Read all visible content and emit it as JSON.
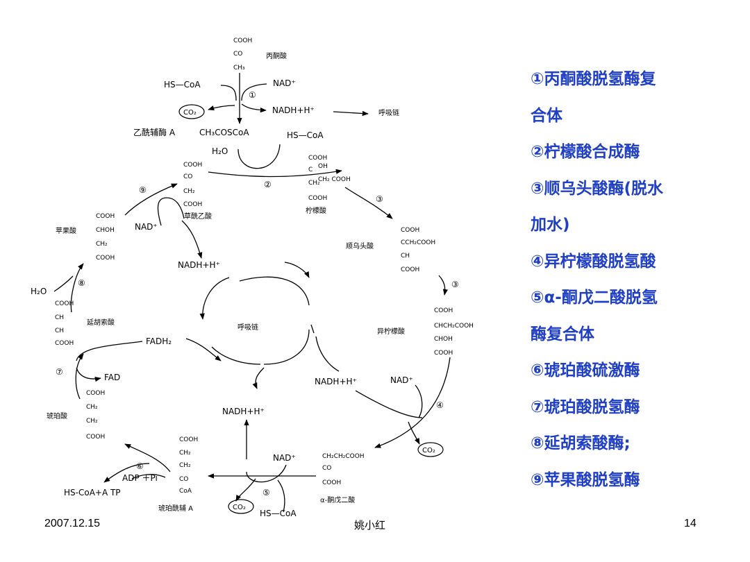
{
  "diagram": {
    "pyruvate": {
      "formula": [
        "COOH",
        "CO",
        "CH₃"
      ],
      "name": "丙酮酸"
    },
    "step1": {
      "num": "①",
      "hs_coa": "HS—CoA",
      "nad": "NAD⁺",
      "co2": "CO₂",
      "nadh": "NADH+H⁺",
      "resp_chain": "呼吸链"
    },
    "acetyl_coa": {
      "name": "乙酰辅酶 A",
      "formula": "CH₃COSCoA"
    },
    "step2": {
      "num": "②",
      "hs_coa": "HS—CoA",
      "h2o": "H₂O"
    },
    "oxaloacetate": {
      "formula": [
        "COOH",
        "CO",
        "CH₂",
        "COOH"
      ],
      "name": "草酰乙酸"
    },
    "citrate": {
      "formula": [
        "COOH",
        "C",
        "CH₂",
        "COOH",
        "OH",
        "CH₂ COOH"
      ],
      "name": "柠檬酸"
    },
    "step3a": {
      "num": "③"
    },
    "cis_aconitate": {
      "formula": [
        "COOH",
        "CCH₂COOH",
        "CH",
        "COOH"
      ],
      "name": "顺乌头酸"
    },
    "step3b": {
      "num": "③"
    },
    "isocitrate": {
      "formula": [
        "COOH",
        "CHCH₂COOH",
        "CHOH",
        "COOH"
      ],
      "name": "异柠檬酸"
    },
    "step4": {
      "num": "④",
      "nad": "NAD⁺",
      "nadh": "NADH+H⁺",
      "co2": "CO₂"
    },
    "alpha_kg": {
      "formula": [
        "CH₂CH₂COOH",
        "CO",
        "COOH"
      ],
      "name": "α-酮戊二酸"
    },
    "step5": {
      "num": "⑤",
      "nad": "NAD⁺",
      "co2": "CO₂",
      "hs_coa": "HS—CoA",
      "nadh": "NADH+H⁺"
    },
    "succinyl_coa": {
      "formula": [
        "COOH",
        "CH₂",
        "CH₂",
        "CO",
        "CoA"
      ],
      "name": "琥珀酰辅 A"
    },
    "step6": {
      "num": "⑥",
      "adp": "ADP ＋Pi",
      "hs_coa_atp": "HS-CoA+A TP"
    },
    "succinate": {
      "formula": [
        "COOH",
        "CH₂",
        "CH₂",
        "COOH"
      ],
      "name": "琥珀酸"
    },
    "step7": {
      "num": "⑦",
      "fad": "FAD",
      "fadh2": "FADH₂"
    },
    "fumarate": {
      "formula": [
        "COOH",
        "CH",
        "CH",
        "COOH"
      ],
      "name": "延胡索酸"
    },
    "step8": {
      "num": "⑧",
      "h2o": "H₂O"
    },
    "malate": {
      "formula": [
        "COOH",
        "CHOH",
        "CH₂",
        "COOH"
      ],
      "name": "苹果酸"
    },
    "step9": {
      "num": "⑨",
      "nad": "NAD⁺",
      "nadh": "NADH+H⁺"
    },
    "center": {
      "label": "呼吸链"
    }
  },
  "enzyme_list": [
    "①丙酮酸脱氢酶复",
    "合体",
    "②柠檬酸合成酶",
    "③顺乌头酸酶(脱水",
    "加水)",
    "④异柠檬酸脱氢酸",
    "⑤α-酮戊二酸脱氢",
    "酶复合体",
    "⑥琥珀酸硫激酶",
    "⑦琥珀酸脱氢酶",
    "⑧延胡索酸酶;",
    "⑨苹果酸脱氢酶"
  ],
  "footer": {
    "date": "2007.12.15",
    "author": "姚小红",
    "page": "14"
  }
}
